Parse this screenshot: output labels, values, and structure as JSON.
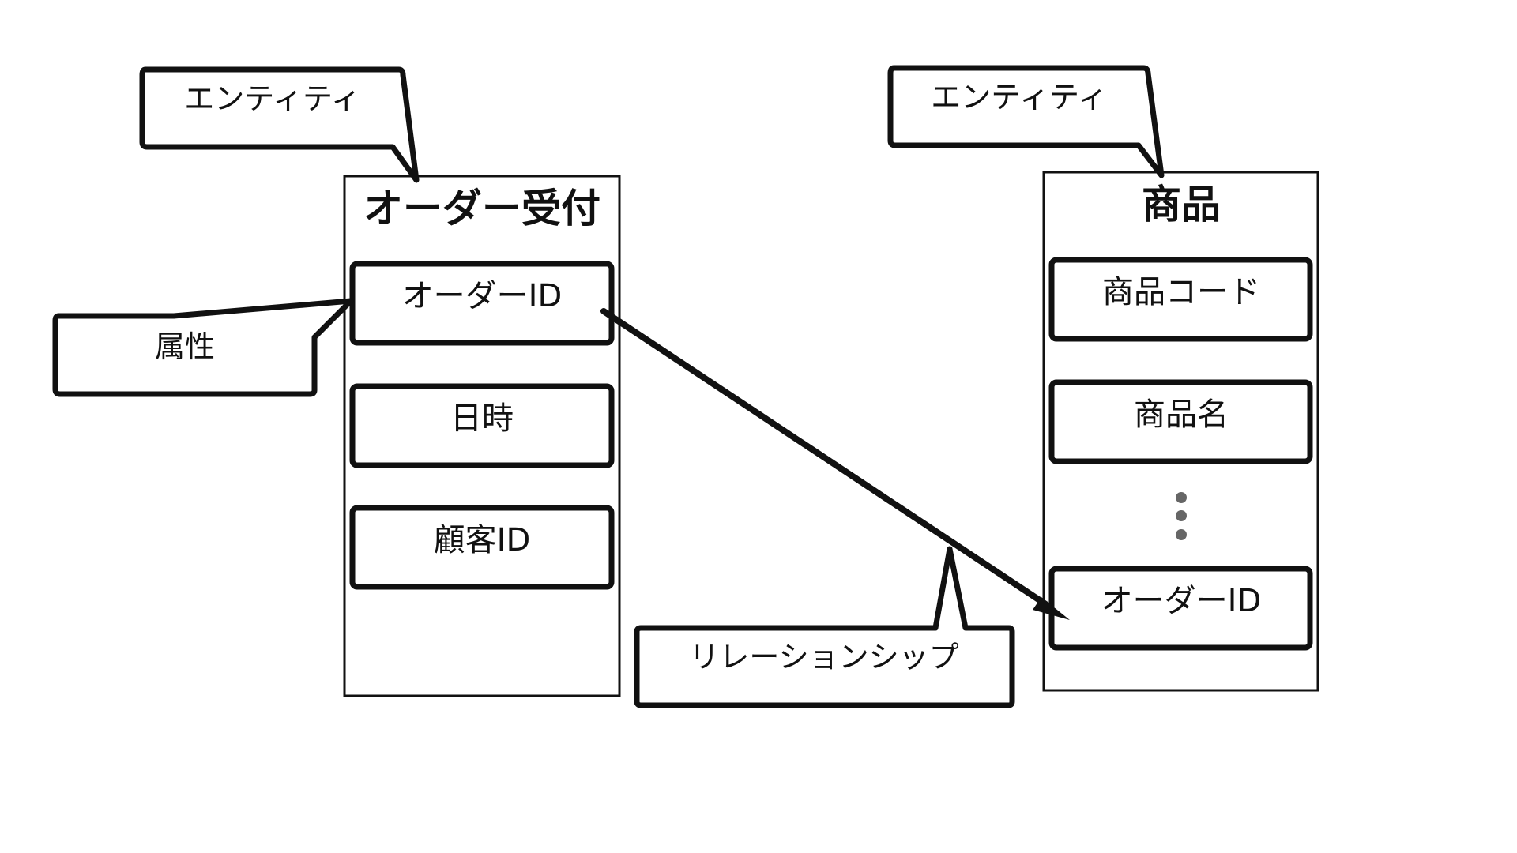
{
  "entities": [
    {
      "title": "オーダー受付",
      "attributes": [
        "オーダーID",
        "日時",
        "顧客ID"
      ]
    },
    {
      "title": "商品",
      "attributes": [
        "商品コード",
        "商品名",
        "オーダーID"
      ]
    }
  ],
  "callouts": {
    "entity_left": "エンティティ",
    "entity_right": "エンティティ",
    "attribute": "属性",
    "relationship": "リレーションシップ"
  },
  "colors": {
    "stroke": "#111111",
    "ellipsis": "#666666",
    "background": "#ffffff"
  }
}
